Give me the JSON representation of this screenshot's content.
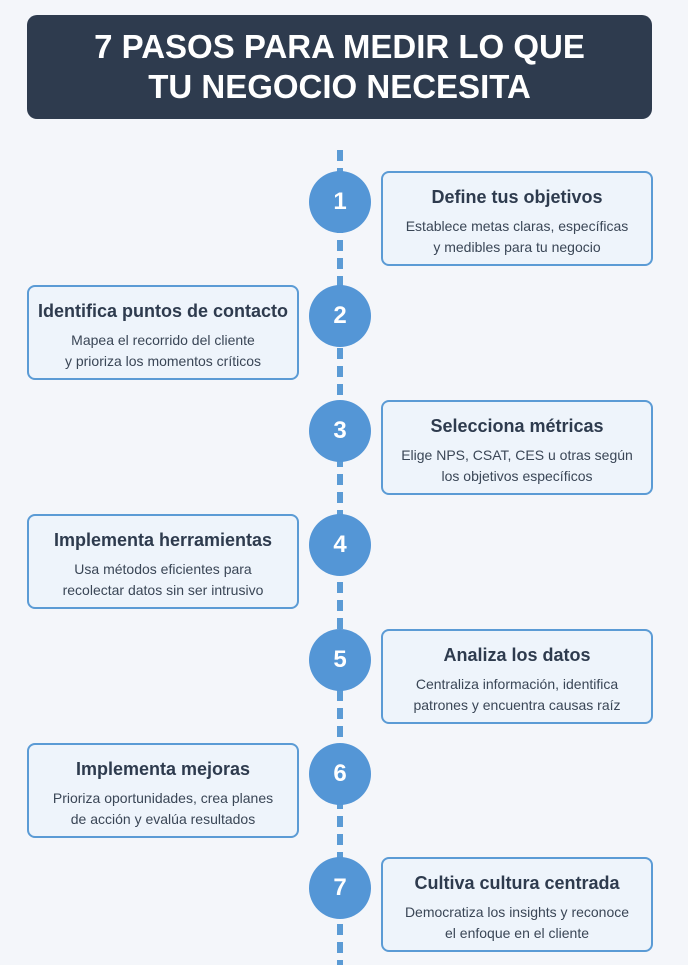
{
  "title": {
    "line1": "7 PASOS PARA MEDIR LO QUE",
    "line2": "TU NEGOCIO NECESITA"
  },
  "steps": [
    {
      "number": "1",
      "title": "Define tus objetivos",
      "line1": "Establece metas claras, específicas",
      "line2": "y medibles para tu negocio"
    },
    {
      "number": "2",
      "title": "Identifica puntos de contacto",
      "line1": "Mapea el recorrido del cliente",
      "line2": "y prioriza los momentos críticos"
    },
    {
      "number": "3",
      "title": "Selecciona métricas",
      "line1": "Elige NPS, CSAT, CES u otras según",
      "line2": "los objetivos específicos"
    },
    {
      "number": "4",
      "title": "Implementa herramientas",
      "line1": "Usa métodos eficientes para",
      "line2": "recolectar datos sin ser intrusivo"
    },
    {
      "number": "5",
      "title": "Analiza los datos",
      "line1": "Centraliza información, identifica",
      "line2": "patrones y encuentra causas raíz"
    },
    {
      "number": "6",
      "title": "Implementa mejoras",
      "line1": "Prioriza oportunidades, crea planes",
      "line2": "de acción y evalúa resultados"
    },
    {
      "number": "7",
      "title": "Cultiva cultura centrada",
      "line1": "Democratiza los insights y reconoce",
      "line2": "el enfoque en el cliente"
    }
  ],
  "colors": {
    "header": "#2e3b4e",
    "accent": "#5496d6",
    "card_bg": "#eef4fb"
  }
}
